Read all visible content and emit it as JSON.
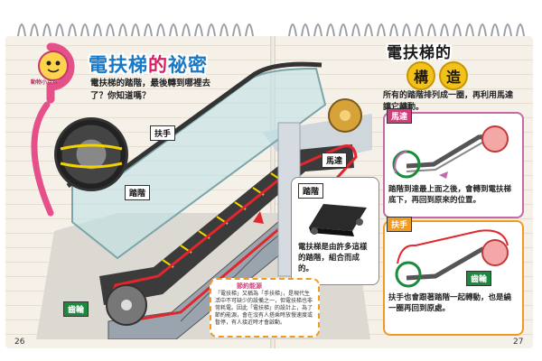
{
  "left_page": {
    "title_part1": "電扶梯",
    "title_part2": "的",
    "title_part3": "祕密",
    "badge": "動物小百科",
    "intro": "電扶梯的踏階，最後轉到哪裡去了？你知道嗎？",
    "labels": {
      "handrail": "扶手",
      "steps": "踏階",
      "motor": "馬達",
      "step_detail": "踏階",
      "gear": "齒輪"
    },
    "step_desc": "電扶梯是由許多這樣的踏階，組合而成的。",
    "note_title": "節約能源",
    "note_text": "「電扶梯」又稱為「手扶梯」，是現代生活中不可缺少的設備之一，但電扶梯也非常耗電。因此「電扶梯」的設計上，為了節約能源，會在沒有人搭乘時放慢速度或暫停，有人接近時才會啟動。",
    "page_number": "26"
  },
  "right_page": {
    "title_line1": "電扶梯的",
    "title_line2": "構造",
    "para1": "所有的踏階排列成一圈，再利用馬達讓它轉動。",
    "box1_label": "馬達",
    "box1_text": "踏階到達最上面之後，會轉到電扶梯底下，再回到原來的位置。",
    "box2_label_a": "扶手",
    "box2_label_b": "齒輪",
    "box2_text": "扶手也會跟著踏階一起轉動，也是繞一圈再回到原處。",
    "page_number": "27"
  }
}
